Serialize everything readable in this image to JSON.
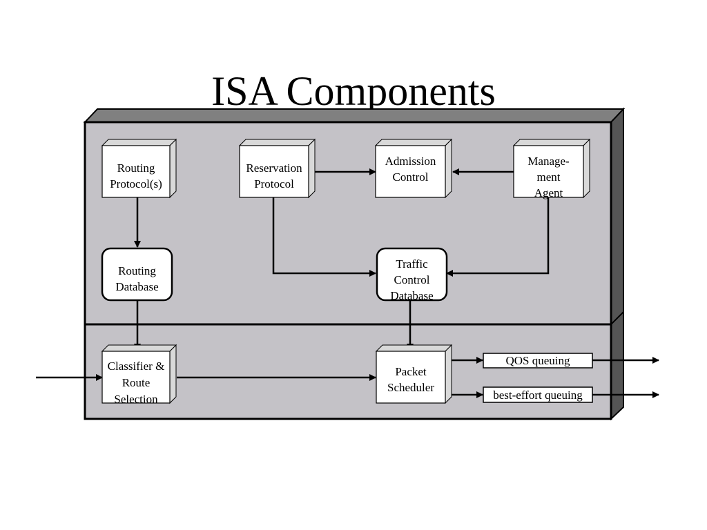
{
  "slide": {
    "title": "ISA Components"
  },
  "colors": {
    "panel": "#c4c2c7",
    "panel_top": "#808080",
    "panel_side": "#555555",
    "box": "#ffffff",
    "box_bevel": "#d9d9d9",
    "line": "#000000"
  },
  "boxes": {
    "routing_protocols": {
      "lines": [
        "Routing",
        "Protocol(s)"
      ]
    },
    "reservation_protocol": {
      "lines": [
        "Reservation",
        "Protocol"
      ]
    },
    "admission_control": {
      "lines": [
        "Admission",
        "Control"
      ]
    },
    "management_agent": {
      "lines": [
        "Manage-",
        "ment",
        "Agent"
      ]
    },
    "routing_database": {
      "lines": [
        "Routing",
        "Database"
      ]
    },
    "traffic_control_database": {
      "lines": [
        "Traffic",
        "Control",
        "Database"
      ]
    },
    "classifier_route_selection": {
      "lines": [
        "Classifier &",
        "Route",
        "Selection"
      ]
    },
    "packet_scheduler": {
      "lines": [
        "Packet",
        "Scheduler"
      ]
    }
  },
  "queues": {
    "qos": "QOS queuing",
    "best_effort": "best-effort queuing"
  }
}
